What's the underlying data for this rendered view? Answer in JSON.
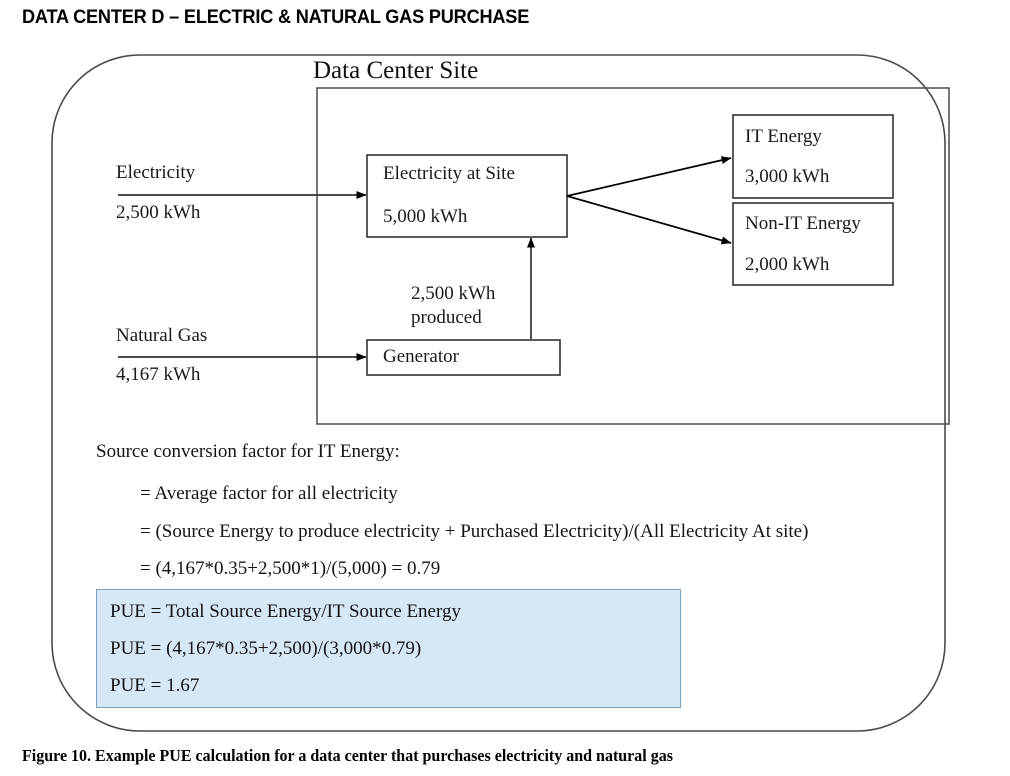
{
  "figure": {
    "title": "DATA CENTER D – ELECTRIC & NATURAL GAS PURCHASE",
    "caption": "Figure 10. Example PUE calculation for a data center that purchases electricity and natural gas"
  },
  "diagram": {
    "site_label": "Data Center Site",
    "inputs": [
      {
        "name": "Electricity",
        "value": "2,500 kWh"
      },
      {
        "name": "Natural Gas",
        "value": "4,167 kWh"
      }
    ],
    "nodes": {
      "electricity_at_site": {
        "line1": "Electricity at Site",
        "line2": "5,000 kWh"
      },
      "generator": {
        "label": "Generator"
      },
      "it_energy": {
        "line1": "IT Energy",
        "line2": "3,000 kWh"
      },
      "non_it_energy": {
        "line1": "Non-IT Energy",
        "line2": "2,000 kWh"
      }
    },
    "generator_output": {
      "line1": "2,500 kWh",
      "line2": "produced"
    }
  },
  "calculation": {
    "heading": "Source conversion factor for IT Energy:",
    "lines": [
      "= Average factor for all electricity",
      "= (Source Energy to produce electricity + Purchased Electricity)/(All Electricity At site)",
      "= (4,167*0.35+2,500*1)/(5,000) = 0.79"
    ]
  },
  "pue": {
    "lines": [
      "PUE = Total Source Energy/IT Source Energy",
      "PUE = (4,167*0.35+2,500)/(3,000*0.79)",
      "PUE = 1.67"
    ],
    "fill_color": "#d6e7f6",
    "border_color": "#7ba0c4"
  }
}
